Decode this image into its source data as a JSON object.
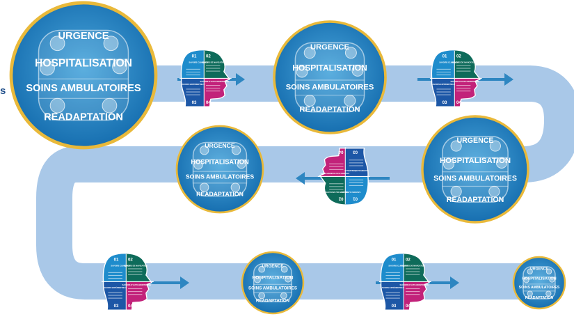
{
  "cut_text": "s",
  "care_circle": {
    "labels": [
      "URGENCE",
      "HOSPITALISATION",
      "SOINS AMBULATOIRES",
      "READAPTATION"
    ]
  },
  "head_orientation": {
    "quadrant_numbers": [
      "01",
      "02",
      "03",
      "04"
    ],
    "quadrant_titles": [
      "SAVOIRS CLINIQUES",
      "SAVOIRS DE NAVIGATION",
      "SAVOIRS EXPÉRIENTIELS",
      "SAVOIRS D'AUTO-MONITORING"
    ]
  },
  "colors": {
    "path": "#a9c8e8",
    "circle_fill": "#1a7fc2",
    "circle_ring": "#e9b93a",
    "arrow": "#2e86c1",
    "q1": "#1e8ccc",
    "q2": "#0e6b5a",
    "q3": "#1d57a6",
    "q4": "#c2227a"
  }
}
